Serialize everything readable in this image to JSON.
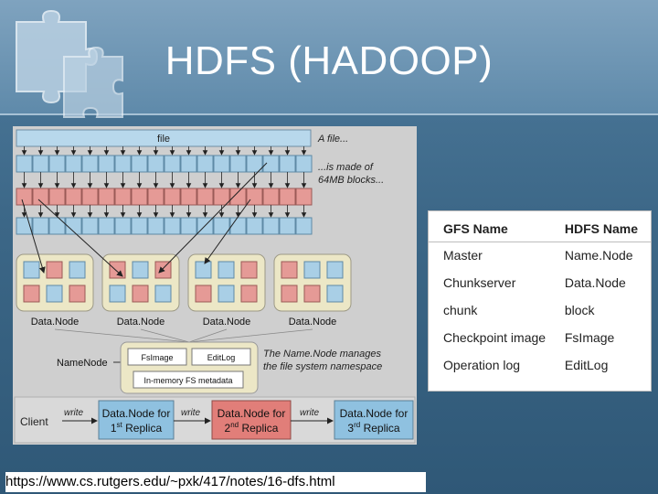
{
  "slide": {
    "title": "HDFS (HADOOP)"
  },
  "diagram": {
    "file_label": "file",
    "note_file": "A file...",
    "note_blocks_line1": "...is made of",
    "note_blocks_line2": "64MB blocks...",
    "datanode_label": "Data.Node",
    "namenode_label": "NameNode",
    "fsimage_label": "FsImage",
    "editlog_label": "EditLog",
    "metadata_label": "In-memory FS metadata",
    "namenode_note_line1": "The Name.Node manages",
    "namenode_note_line2": "the file system namespace",
    "client_label": "Client",
    "write_label": "write",
    "replica_prefix": "Data.Node for",
    "replica1_num": "1",
    "replica1_sup": "st",
    "replica2_num": "2",
    "replica2_sup": "nd",
    "replica3_num": "3",
    "replica3_sup": "rd",
    "replica_suffix": "Replica",
    "colors": {
      "blue_block": "#a9cfe6",
      "red_block": "#e59a96",
      "datanode_bg": "#ece7c6",
      "replica_blue": "#8fc1e0",
      "replica_red": "#e17e79"
    }
  },
  "mapping_table": {
    "headers": [
      "GFS Name",
      "HDFS Name"
    ],
    "rows": [
      [
        "Master",
        "Name.Node"
      ],
      [
        "Chunkserver",
        "Data.Node"
      ],
      [
        "chunk",
        "block"
      ],
      [
        "Checkpoint image",
        "FsImage"
      ],
      [
        "Operation log",
        "EditLog"
      ]
    ]
  },
  "source": {
    "url": "https://www.cs.rutgers.edu/~pxk/417/notes/16-dfs.html"
  }
}
